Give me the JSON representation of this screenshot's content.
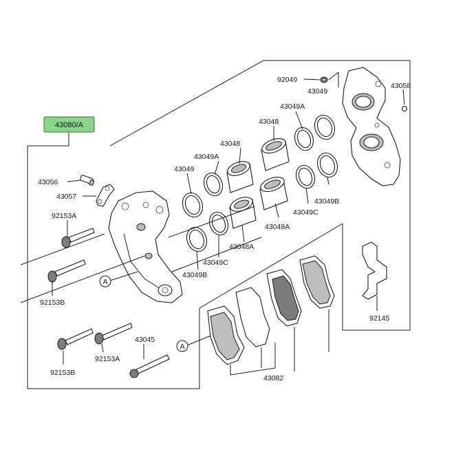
{
  "assembly": {
    "number": "43080/A",
    "highlight_color": "#8bd48b"
  },
  "callouts": {
    "reference_marker": "A"
  },
  "parts": {
    "p92049": "92049",
    "p43049_top": "43049",
    "p43058": "43058",
    "p43049A_top": "43049A",
    "p43048_top": "43048",
    "p43048_mid": "43048",
    "p43049A_mid": "43049A",
    "p43049_mid": "43049",
    "p43056": "43056",
    "p43057": "43057",
    "p92153A_top": "92153A",
    "p43049B_right": "43049B",
    "p43049C_right": "43049C",
    "p43048A_right": "43048A",
    "p43048A_left": "43048A",
    "p43049C_left": "43049C",
    "p43049B_left": "43049B",
    "p92153B_top": "92153B",
    "p92145": "92145",
    "p43045": "43045",
    "p92153A_bottom": "92153A",
    "p92153B_bottom": "92153B",
    "p43082": "43082"
  },
  "colors": {
    "line": "#1a1a1a",
    "part_fill": "#ffffff",
    "shade": "#bdbdbd",
    "dark": "#7c7c7c"
  }
}
